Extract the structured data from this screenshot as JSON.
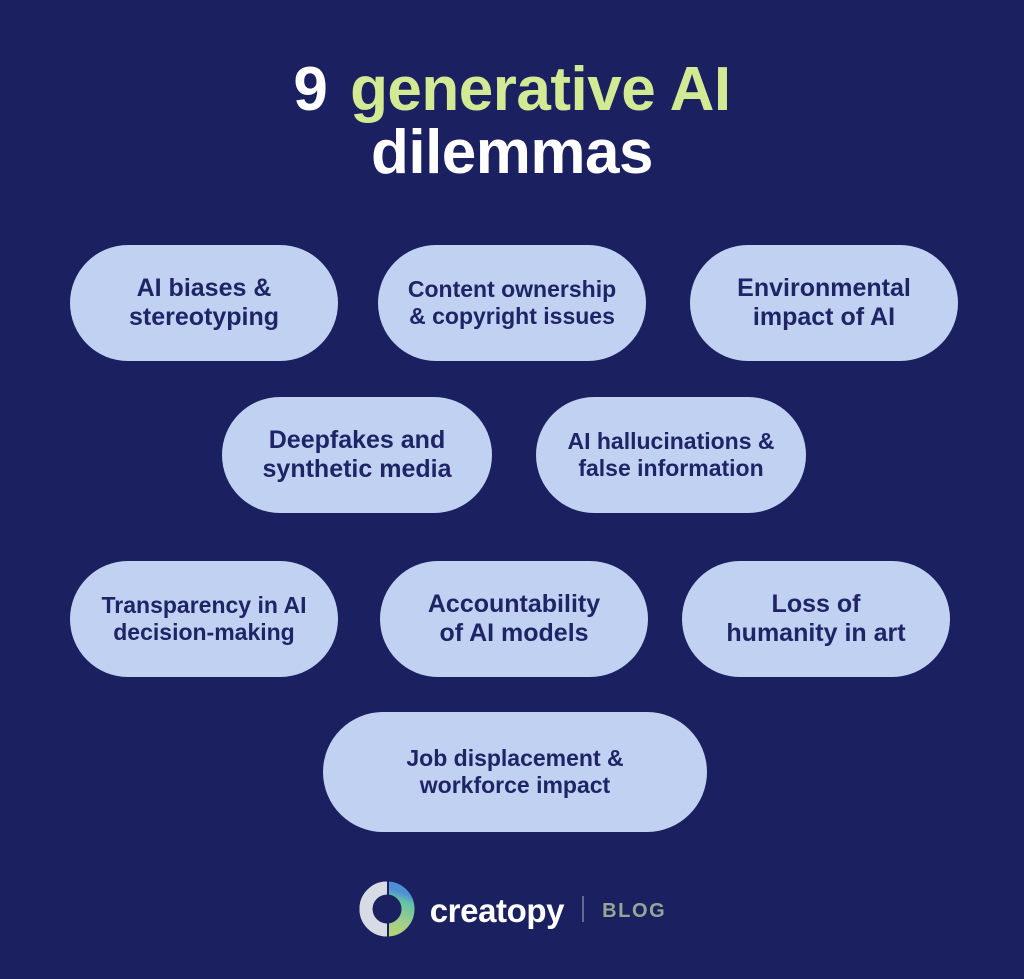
{
  "background_color": "#1b2160",
  "title": {
    "line1_prefix": "9",
    "line1_highlight": "generative AI",
    "line2": "dilemmas",
    "highlight_color": "#d3ea94",
    "text_color": "#ffffff"
  },
  "pills": {
    "fill_color": "#c0d1f2",
    "text_color": "#1e2566",
    "items": [
      {
        "line1": "AI biases &",
        "line2": "stereotyping"
      },
      {
        "line1": "Content ownership",
        "line2": "& copyright issues"
      },
      {
        "line1": "Environmental",
        "line2": "impact of AI"
      },
      {
        "line1": "Deepfakes and",
        "line2": "synthetic media"
      },
      {
        "line1": "AI hallucinations &",
        "line2": "false information"
      },
      {
        "line1": "Transparency in AI",
        "line2": "decision-making"
      },
      {
        "line1": "Accountability",
        "line2": "of AI models"
      },
      {
        "line1": "Loss of",
        "line2": "humanity in art"
      },
      {
        "line1": "Job displacement &",
        "line2": "workforce impact"
      }
    ]
  },
  "footer": {
    "brand": "creatopy",
    "divider": "|",
    "section": "BLOG",
    "brand_color": "#ffffff",
    "section_color": "#96a597",
    "logo_left_color": "#d6dbe6",
    "logo_top_color": "#63c3a6",
    "logo_bottom_color": "#b8d572"
  }
}
